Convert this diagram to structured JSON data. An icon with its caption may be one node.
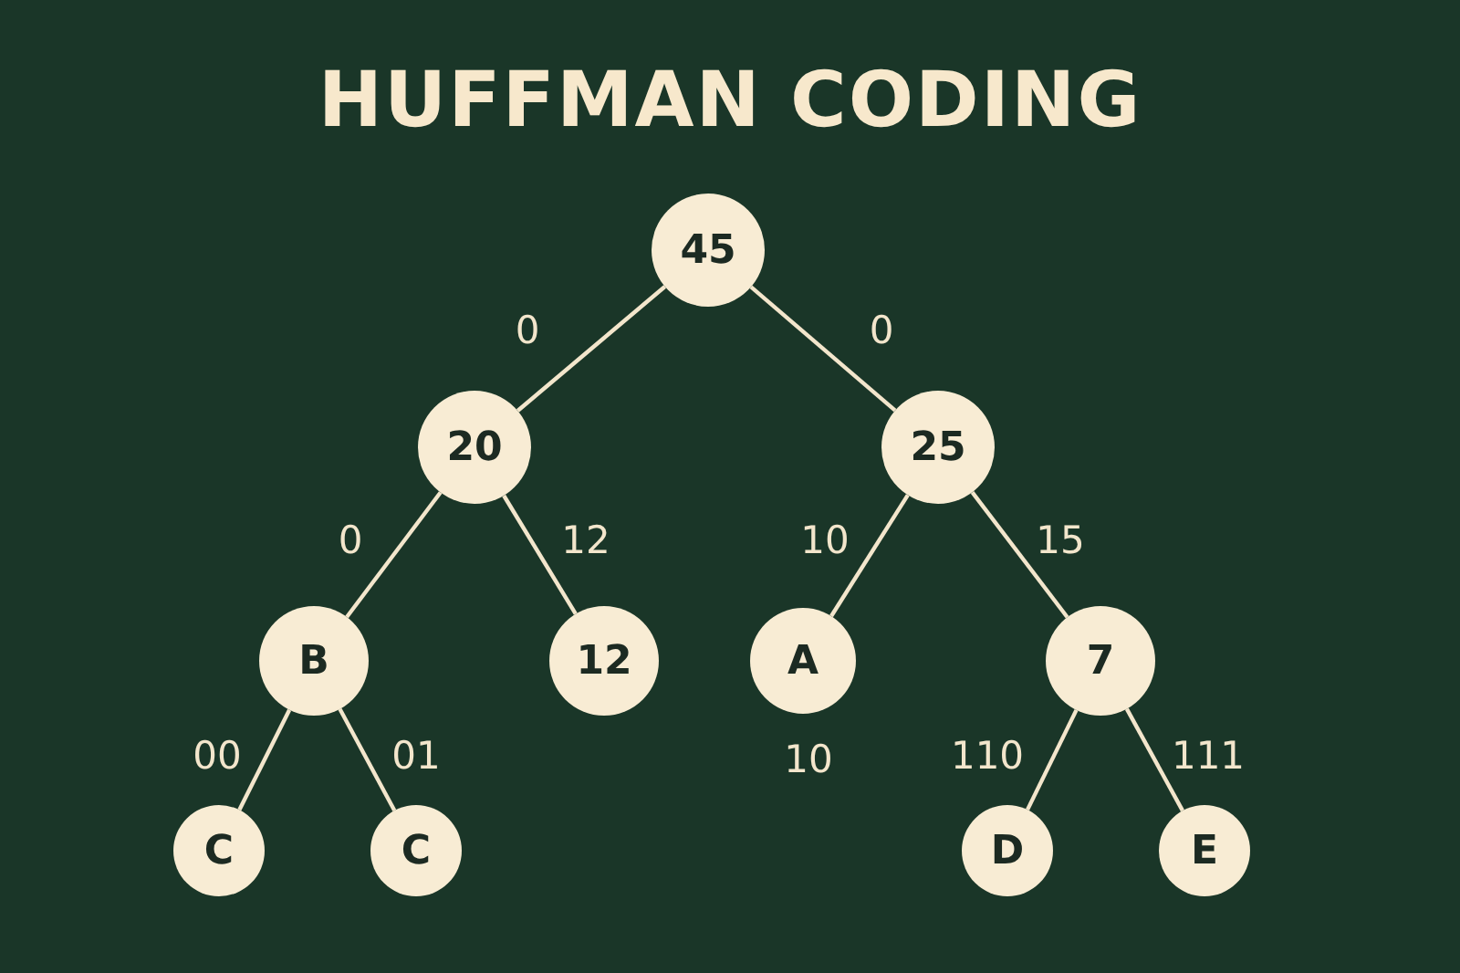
{
  "diagram": {
    "title": "HUFFMAN CODING",
    "nodes": [
      {
        "text": [
          "45"
        ]
      },
      {
        "text": [
          "20"
        ]
      },
      {
        "text": [
          "25"
        ]
      },
      {
        "text": [
          "B"
        ]
      },
      {
        "text": [
          "12"
        ]
      },
      {
        "text": [
          "A"
        ]
      },
      {
        "text": [
          "7"
        ]
      },
      {
        "text": [
          "C"
        ]
      },
      {
        "text": [
          "C"
        ]
      },
      {
        "text": [
          "D"
        ]
      },
      {
        "text": [
          "E"
        ]
      }
    ],
    "edges": [
      {
        "from": 0,
        "to": 1,
        "arrow": "none",
        "label": "0"
      },
      {
        "from": 0,
        "to": 2,
        "arrow": "none",
        "label": "0"
      },
      {
        "from": 1,
        "to": 3,
        "arrow": "none",
        "label": "0"
      },
      {
        "from": 1,
        "to": 4,
        "arrow": "none",
        "label": "12"
      },
      {
        "from": 2,
        "to": 5,
        "arrow": "none",
        "label": "10"
      },
      {
        "from": 2,
        "to": 6,
        "arrow": "none",
        "label": "15"
      },
      {
        "from": 3,
        "to": 7,
        "arrow": "none",
        "label": "00"
      },
      {
        "from": 3,
        "to": 8,
        "arrow": "none",
        "label": "01"
      },
      {
        "from": 6,
        "to": 9,
        "arrow": "none",
        "label": "110"
      },
      {
        "from": 6,
        "to": 10,
        "arrow": "none",
        "label": "111"
      }
    ],
    "labels": [
      "10"
    ]
  }
}
